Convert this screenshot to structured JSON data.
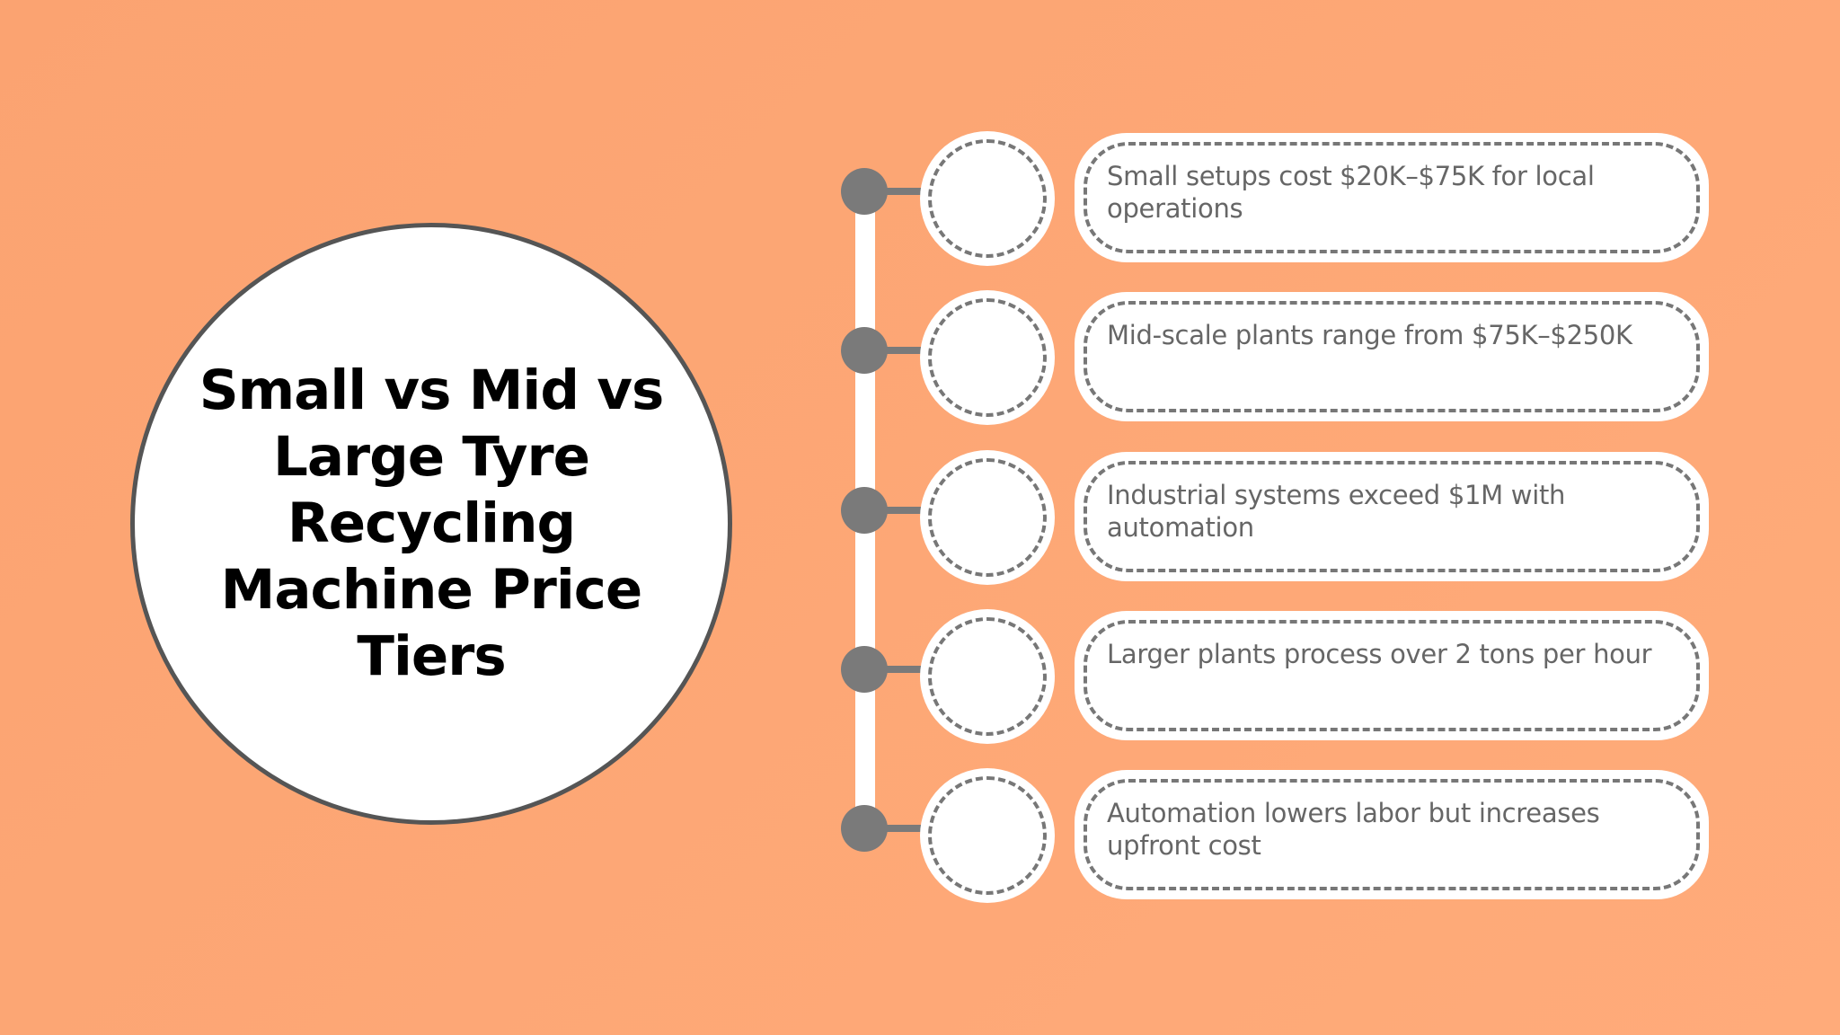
{
  "background": {
    "gradient_from": "#FBA371",
    "gradient_to": "#FFAB7A"
  },
  "title": "Small vs Mid vs Large Tyre Recycling Machine Price Tiers",
  "colors": {
    "circle_border": "#555555",
    "connector": "#7A7A7A",
    "dash": "#777777",
    "body_text": "#666666",
    "title_text": "#000000"
  },
  "items": [
    {
      "text": "Small setups cost $20K–$75K for local operations"
    },
    {
      "text": "Mid-scale plants range from $75K–$250K"
    },
    {
      "text": "Industrial systems exceed $1M with automation"
    },
    {
      "text": "Larger plants process over 2 tons per hour"
    },
    {
      "text": "Automation lowers labor but increases upfront cost"
    }
  ]
}
